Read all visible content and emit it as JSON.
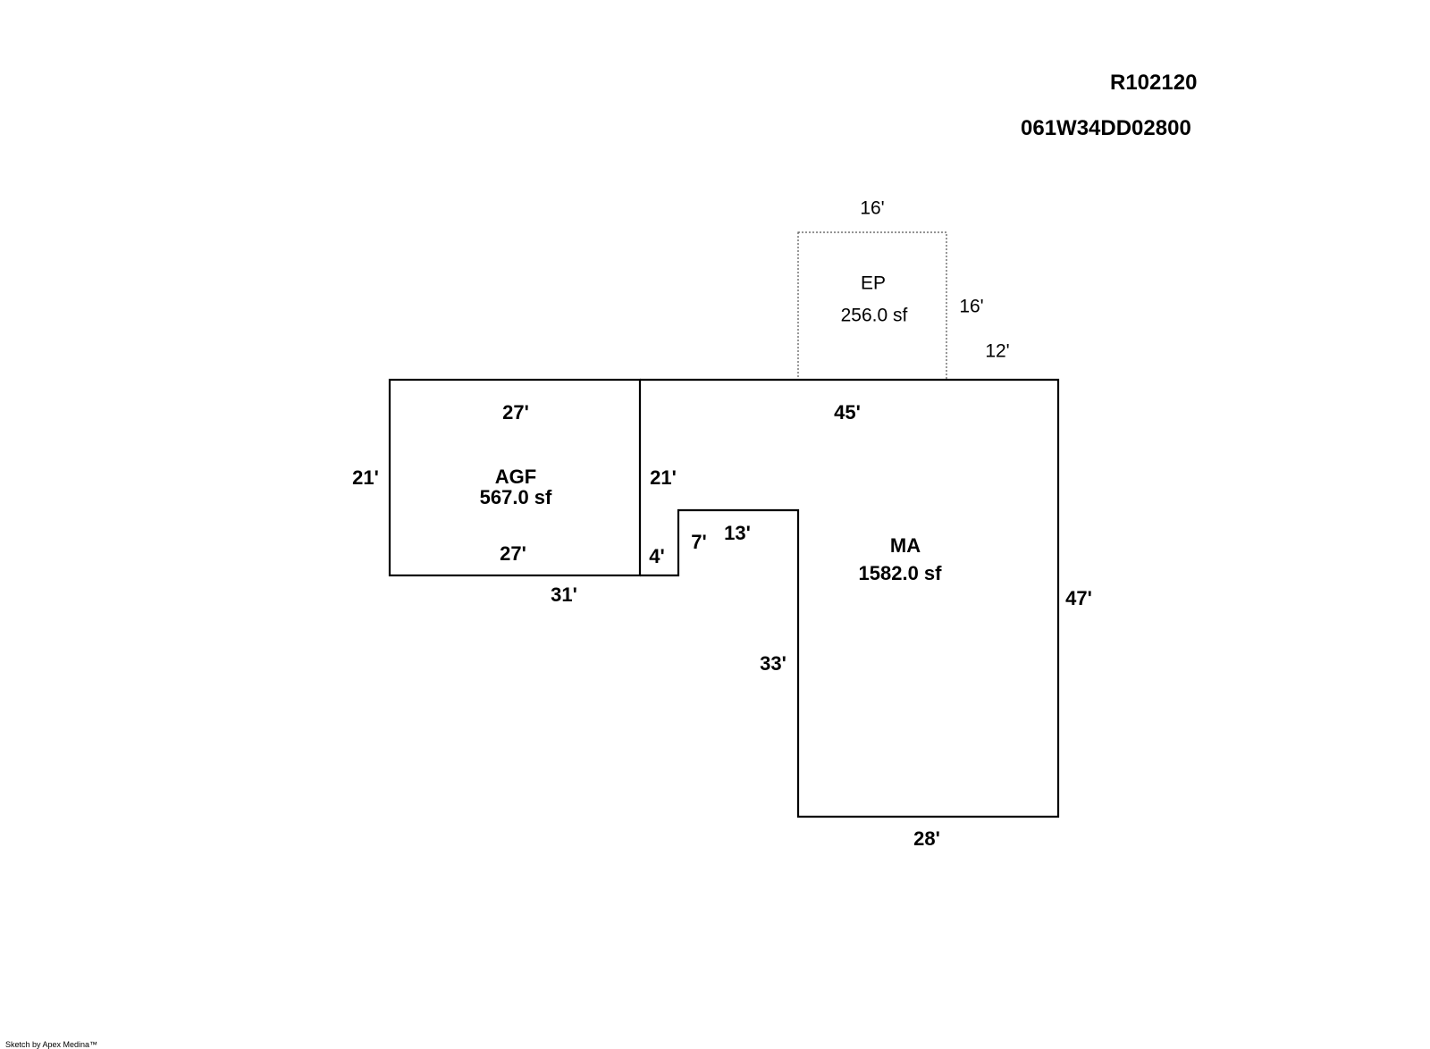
{
  "header": {
    "account_id": "R102120",
    "map_number": "061W34DD02800"
  },
  "areas": {
    "ep": {
      "code": "EP",
      "area": "256.0 sf"
    },
    "agf": {
      "code": "AGF",
      "area": "567.0 sf"
    },
    "ma": {
      "code": "MA",
      "area": "1582.0 sf"
    }
  },
  "dimensions": {
    "ep_top": "16'",
    "ep_right": "16'",
    "main_top_right": "12'",
    "agf_top": "27'",
    "agf_left": "21'",
    "agf_bottom": "27'",
    "agf_right": "21'",
    "connector_left": "4'",
    "connector_right": "7'",
    "notch_top": "13'",
    "bottom_left_total": "31'",
    "ma_top": "45'",
    "ma_right": "47'",
    "ma_inner_left": "33'",
    "ma_bottom": "28'"
  },
  "footer": {
    "credit": "Sketch by Apex Medina™"
  }
}
